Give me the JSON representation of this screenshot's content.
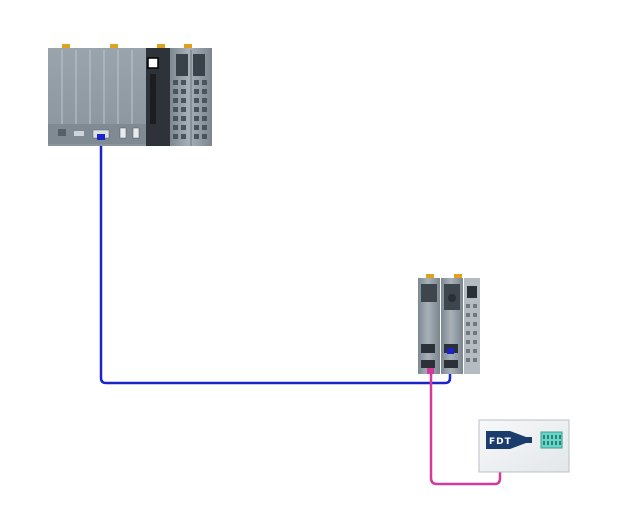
{
  "diagram": {
    "background": "#ffffff",
    "cable_colors": {
      "ethernet": "#1a24c8",
      "usb": "#d23b9a"
    },
    "devices": [
      {
        "id": "controller",
        "kind": "PLC controller with I/O modules"
      },
      {
        "id": "bus_coupler",
        "kind": "Remote bus coupler"
      },
      {
        "id": "fdt_device",
        "kind": "FDT device",
        "logo_text": "FDT",
        "icon": "dip-switch-icon"
      }
    ],
    "connections": [
      {
        "from": "controller",
        "to": "bus_coupler",
        "type": "ethernet"
      },
      {
        "from": "bus_coupler",
        "to": "fdt_device",
        "type": "usb"
      }
    ]
  }
}
